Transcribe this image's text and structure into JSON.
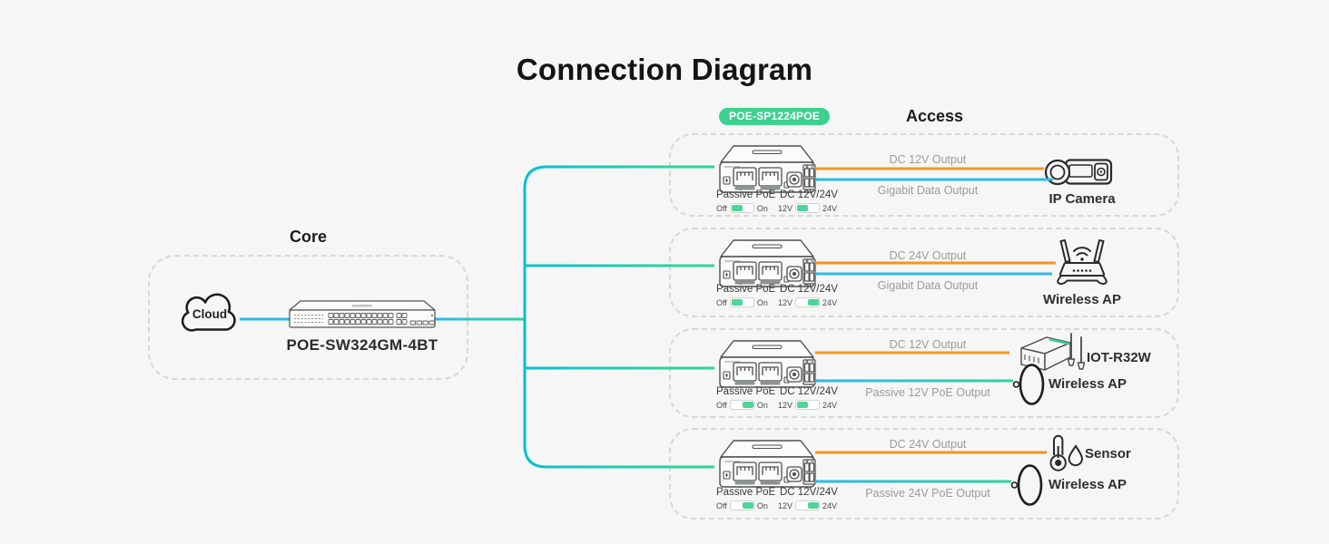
{
  "title": "Connection Diagram",
  "palette": {
    "background": "#f5f6f5",
    "orange_line": "#f7941e",
    "blue_line": "#2fb9e6",
    "cyan_trunk": "#0bbfd0",
    "green_line": "#2ed39b",
    "badge_green": "#3ed08f",
    "toggle_green": "#4fd49a",
    "label_gray": "#9b9b9b",
    "dashed_border": "#d6d9d7"
  },
  "core": {
    "heading": "Core",
    "cloud_label": "Cloud",
    "switch_label": "POE-SW324GM-4BT",
    "cloud_icon": "cloud-icon",
    "switch_icon": "rack-switch-icon"
  },
  "access": {
    "badge": "POE-SP1224POE",
    "heading": "Access",
    "panels": [
      {
        "injector_icon": "poe-injector-icon",
        "passive_poe_label": "Passive PoE",
        "dc_label": "DC 12V/24V",
        "poe_switch": {
          "left_label": "Off",
          "right_label": "On",
          "state": "off"
        },
        "voltage_switch": {
          "left_label": "12V",
          "right_label": "24V",
          "state": "12V"
        },
        "outputs": [
          {
            "label": "DC 12V Output",
            "color": "orange"
          },
          {
            "label": "Gigabit Data Output",
            "color": "blue"
          }
        ],
        "devices": [
          {
            "name": "IP Camera",
            "icon": "ip-camera-icon"
          }
        ]
      },
      {
        "injector_icon": "poe-injector-icon",
        "passive_poe_label": "Passive PoE",
        "dc_label": "DC 12V/24V",
        "poe_switch": {
          "left_label": "Off",
          "right_label": "On",
          "state": "off"
        },
        "voltage_switch": {
          "left_label": "12V",
          "right_label": "24V",
          "state": "24V"
        },
        "outputs": [
          {
            "label": "DC 24V Output",
            "color": "orange"
          },
          {
            "label": "Gigabit Data Output",
            "color": "blue"
          }
        ],
        "devices": [
          {
            "name": "Wireless AP",
            "icon": "wifi-router-icon"
          }
        ]
      },
      {
        "injector_icon": "poe-injector-icon",
        "passive_poe_label": "Passive PoE",
        "dc_label": "DC 12V/24V",
        "poe_switch": {
          "left_label": "Off",
          "right_label": "On",
          "state": "on"
        },
        "voltage_switch": {
          "left_label": "12V",
          "right_label": "24V",
          "state": "12V"
        },
        "outputs": [
          {
            "label": "DC 12V Output",
            "color": "orange"
          },
          {
            "label": "Passive 12V PoE Output",
            "color": "blue-green-gradient"
          }
        ],
        "devices": [
          {
            "name": "IOT-R32W",
            "icon": "iot-gateway-icon"
          },
          {
            "name": "Wireless AP",
            "icon": "dish-ap-icon"
          }
        ]
      },
      {
        "injector_icon": "poe-injector-icon",
        "passive_poe_label": "Passive PoE",
        "dc_label": "DC 12V/24V",
        "poe_switch": {
          "left_label": "Off",
          "right_label": "On",
          "state": "on"
        },
        "voltage_switch": {
          "left_label": "12V",
          "right_label": "24V",
          "state": "24V"
        },
        "outputs": [
          {
            "label": "DC 24V Output",
            "color": "orange"
          },
          {
            "label": "Passive 24V PoE Output",
            "color": "blue-green-gradient"
          }
        ],
        "devices": [
          {
            "name": "Sensor",
            "icon": "sensor-icon"
          },
          {
            "name": "Wireless AP",
            "icon": "dish-ap-icon"
          }
        ]
      }
    ]
  }
}
